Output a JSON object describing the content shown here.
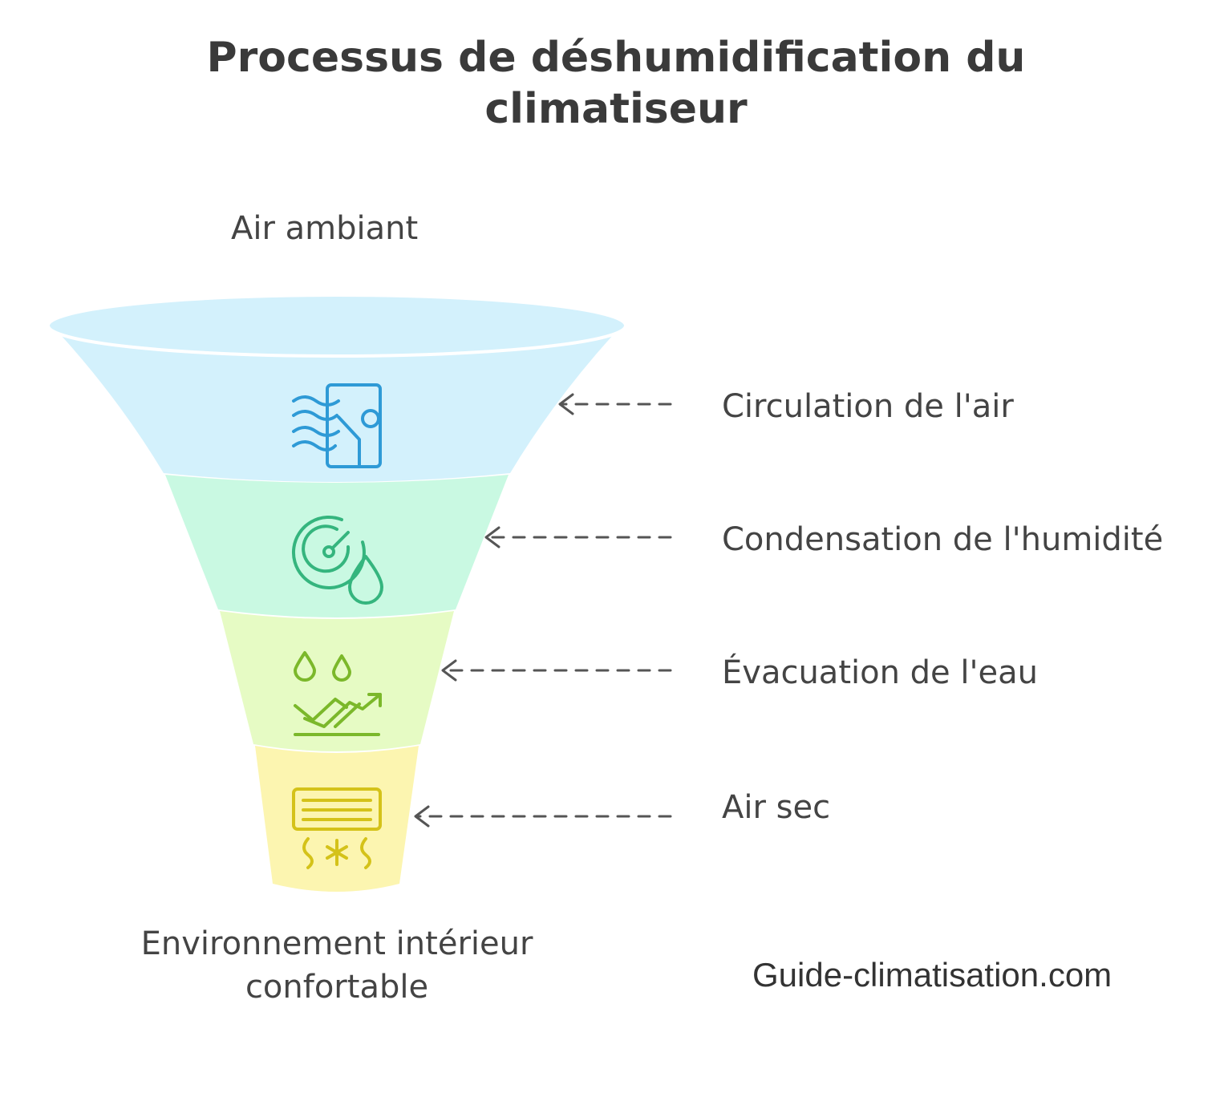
{
  "title": {
    "line1": "Processus de déshumidification du",
    "line2": "climatiseur"
  },
  "input_label": "Air ambiant",
  "output_label": {
    "line1": "Environnement intérieur",
    "line2": "confortable"
  },
  "steps": [
    {
      "label": "Circulation de l'air",
      "icon": "air-circulation-icon",
      "color": "#d3f1fc",
      "icon_color": "#2e9ad6"
    },
    {
      "label": "Condensation de l'humidité",
      "icon": "humidity-gauge-icon",
      "color": "#c9f9e2",
      "icon_color": "#35b57e"
    },
    {
      "label": "Évacuation de l'eau",
      "icon": "water-drainage-icon",
      "color": "#e6fbc4",
      "icon_color": "#7bb82a"
    },
    {
      "label": "Air sec",
      "icon": "air-conditioner-icon",
      "color": "#fcf5b0",
      "icon_color": "#d4c219"
    }
  ],
  "watermark": "Guide-climatisation.com",
  "colors": {
    "arrow": "#555555",
    "text": "#444444"
  }
}
